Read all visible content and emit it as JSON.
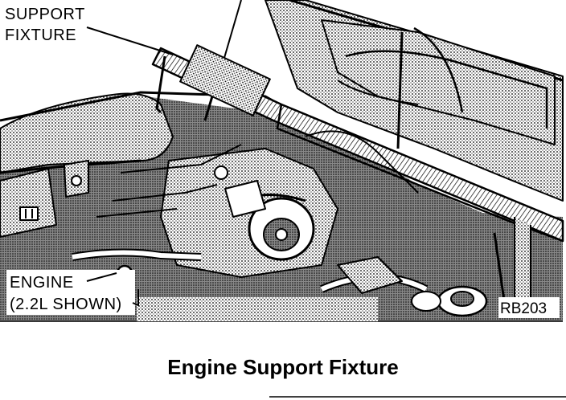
{
  "labels": {
    "support_fixture_line1": "SUPPORT",
    "support_fixture_line2": "FIXTURE",
    "engine_line1": "ENGINE",
    "engine_line2": "(2.2L SHOWN)",
    "figure_code": "RB203"
  },
  "caption": "Engine Support Fixture",
  "colors": {
    "ink": "#000000",
    "paper": "#ffffff",
    "screen": "#c8c8c8"
  }
}
